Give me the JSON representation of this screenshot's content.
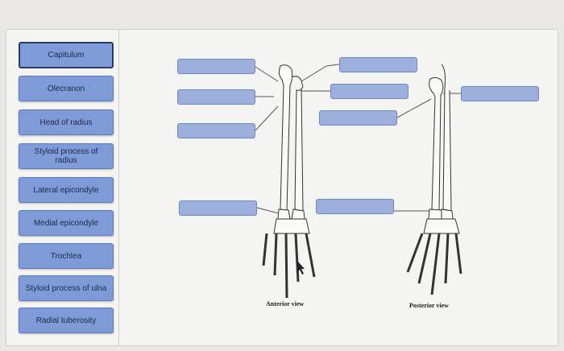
{
  "labels": [
    "Capitulum",
    "Olecranon",
    "Head of radius",
    "Styloid process of radius",
    "Lateral epicondyle",
    "Medial epicondyle",
    "Trochlea",
    "Styloid process of ulna",
    "Radial tuberosity"
  ],
  "selected_label": "Capitulum",
  "views": {
    "anterior": "Anterior view",
    "posterior": "Posterior view"
  },
  "colors": {
    "label_fill": "#7e9bd8",
    "drop_fill": "#9db0dc",
    "leader_line": "#555555"
  }
}
